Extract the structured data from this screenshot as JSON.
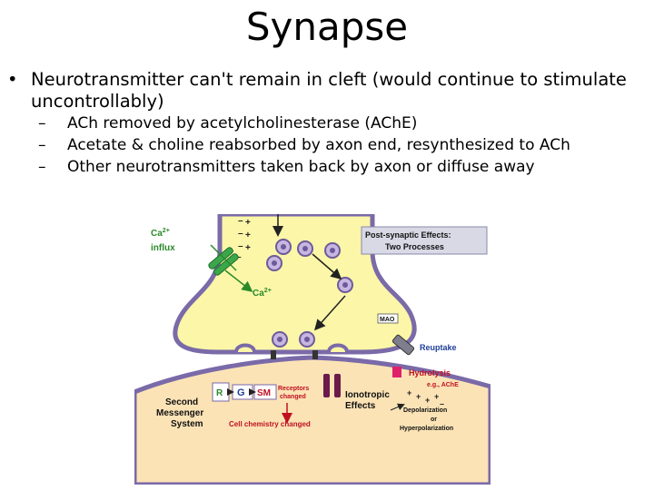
{
  "slide": {
    "title": "Synapse",
    "bullet": "Neurotransmitter can't remain in cleft  (would continue to stimulate uncontrollably)",
    "subbullets": [
      "ACh removed by acetylcholinesterase  (AChE)",
      "Acetate & choline reabsorbed by axon end, resynthesized to ACh",
      "Other neurotransmitters taken back by axon or diffuse away"
    ]
  },
  "diagram": {
    "ca_label": "Ca",
    "ca_sup": "2+",
    "influx": "influx",
    "ca_label2": "Ca",
    "ca_sup2": "2+",
    "box_line1": "Post-synaptic Effects:",
    "box_line2": "Two Processes",
    "mao": "MAO",
    "reuptake": "Reuptake",
    "hydrolysis": "Hydrolysis",
    "ache": "e.g., AChE",
    "r": "R",
    "g": "G",
    "sm": "SM",
    "receptors1": "Receptors",
    "receptors2": "changed",
    "second1": "Second",
    "second2": "Messenger",
    "second3": "System",
    "ionotropic1": "Ionotropic",
    "ionotropic2": "Effects",
    "cell_chem": "Cell chemistry changed",
    "depol": "Depolarization",
    "or": "or",
    "hyperpol": "Hyperpolarization",
    "colors": {
      "terminal": "#fbf6a8",
      "postsynaptic": "#fbe3b6",
      "membrane": "#7a6aa8",
      "label_blue": "#1f3f99",
      "label_red": "#c01020",
      "label_green": "#2a8a2a",
      "box_bg": "#d9d9e6"
    }
  }
}
